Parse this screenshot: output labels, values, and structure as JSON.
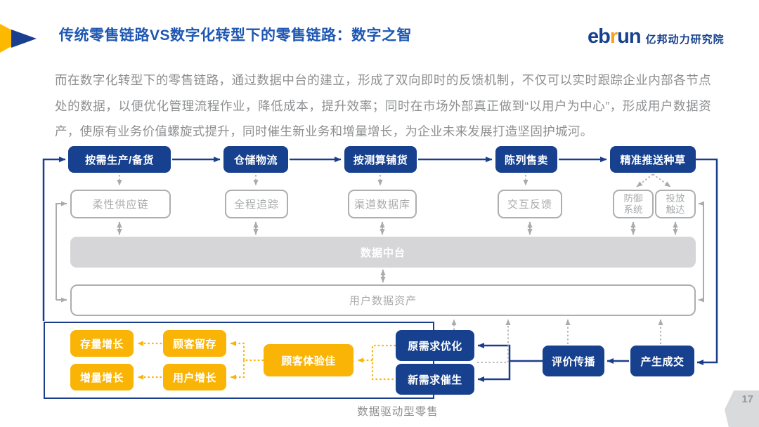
{
  "colors": {
    "navy": "#17418E",
    "title_blue": "#1E57B2",
    "yellow": "#F9B406",
    "gray_line": "#ACAEB0",
    "gray_fill": "#D6D6D8",
    "text_gray": "#8E8F91",
    "logo_orange": "#F5A21B"
  },
  "icons": {
    "title_bullet": "double-chevron-right-icon",
    "page_badge": "ribbon-flag-shape"
  },
  "header": {
    "title": "传统零售链路VS数字化转型下的零售链路：数字之智",
    "logo": {
      "brand_prefix": "eb",
      "brand_accent": "r",
      "brand_suffix": "un",
      "org": "亿邦动力研究院"
    }
  },
  "intro": "而在数字化转型下的零售链路，通过数据中台的建立，形成了双向即时的反馈机制，不仅可以实时跟踪企业内部各节点处的数据，以便优化管理流程作业，降低成本，提升效率；同时在市场外部真正做到“以用户为中心”，形成用户数据资产，使原有业务价值螺旋式提升，同时催生新业务和增量增长，为企业未来发展打造坚固护城河。",
  "flow": {
    "top": [
      "按需生产/备货",
      "仓储物流",
      "按测算铺货",
      "陈列售卖",
      "精准推送种草"
    ],
    "mid": [
      "柔性供应链",
      "全程追踪",
      "渠道数据库",
      "交互反馈"
    ],
    "defense": [
      "防御",
      "系统"
    ],
    "reach": [
      "投放",
      "触达"
    ],
    "platform": "数据中台",
    "asset": "用户数据资产",
    "growth": [
      "存量增长",
      "顾客留存",
      "增量增长",
      "用户增长"
    ],
    "experience": "顾客体验佳",
    "demand": [
      "原需求优化",
      "新需求催生"
    ],
    "spread": "评价传播",
    "deal": "产生成交",
    "caption": "数据驱动型零售"
  },
  "page": {
    "number": "17"
  }
}
